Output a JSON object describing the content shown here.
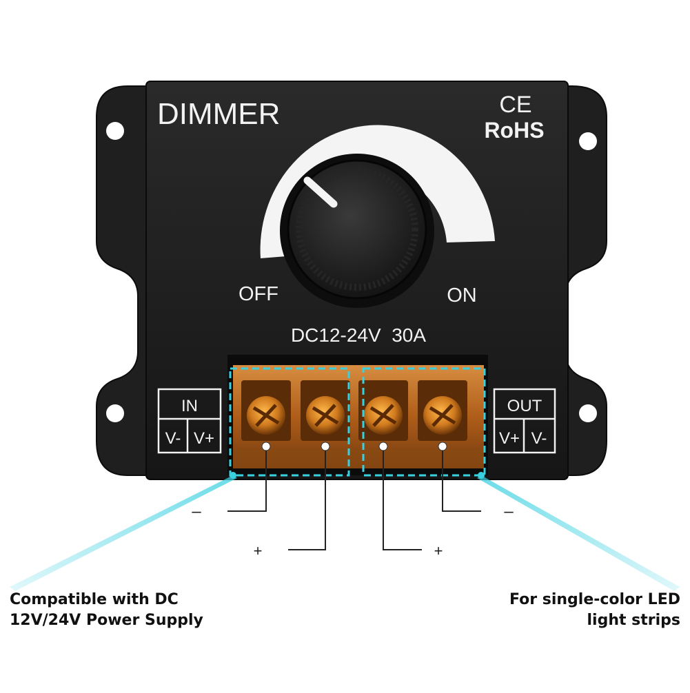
{
  "device": {
    "title": "DIMMER",
    "cert_ce": "CE",
    "cert_rohs": "RoHS",
    "off_label": "OFF",
    "on_label": "ON",
    "rating": "DC12-24V  30A",
    "in_block": {
      "header": "IN",
      "left": "V-",
      "right": "V+"
    },
    "out_block": {
      "header": "OUT",
      "left": "V+",
      "right": "V-"
    }
  },
  "wiring": {
    "minus_left": "–",
    "plus_left": "+",
    "plus_right": "+",
    "minus_right": "–"
  },
  "captions": {
    "left": [
      "Compatible with DC",
      "12V/24V Power Supply"
    ],
    "right": [
      "For single-color LED",
      "light strips"
    ]
  },
  "colors": {
    "body": "#1e1e1e",
    "accent_line": "#39d0e0",
    "terminal": "#c8731e"
  }
}
